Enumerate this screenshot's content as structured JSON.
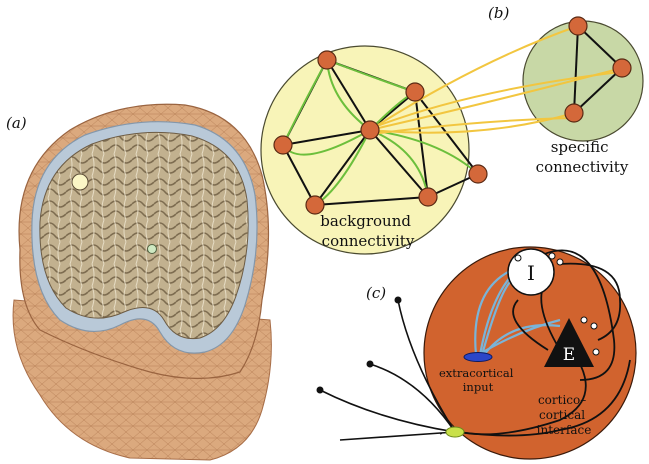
{
  "panels": {
    "a": "(a)",
    "b": "(b)",
    "c": "(c)"
  },
  "labels": {
    "background_1": "background",
    "background_2": "connectivity",
    "specific_1": "specific",
    "specific_2": "connectivity",
    "inhibitory": "I",
    "excitatory": "E",
    "extracortical_1": "extracortical",
    "extracortical_2": "input",
    "interface_1": "cortico–",
    "interface_2": "cortical",
    "interface_3": "interface"
  },
  "colors": {
    "scalp": "#d9a77c",
    "skull": "#b7c7d6",
    "brain": "#bfae8c",
    "background_circle": "#f7f3b4",
    "specific_circle": "#c9d9a6",
    "node_fill": "#d4683a",
    "cortex_circle": "#d1632e",
    "fiber_green": "#6cbf3c",
    "fiber_yellow": "#f2c640",
    "fiber_blue": "#7ab4d8"
  }
}
